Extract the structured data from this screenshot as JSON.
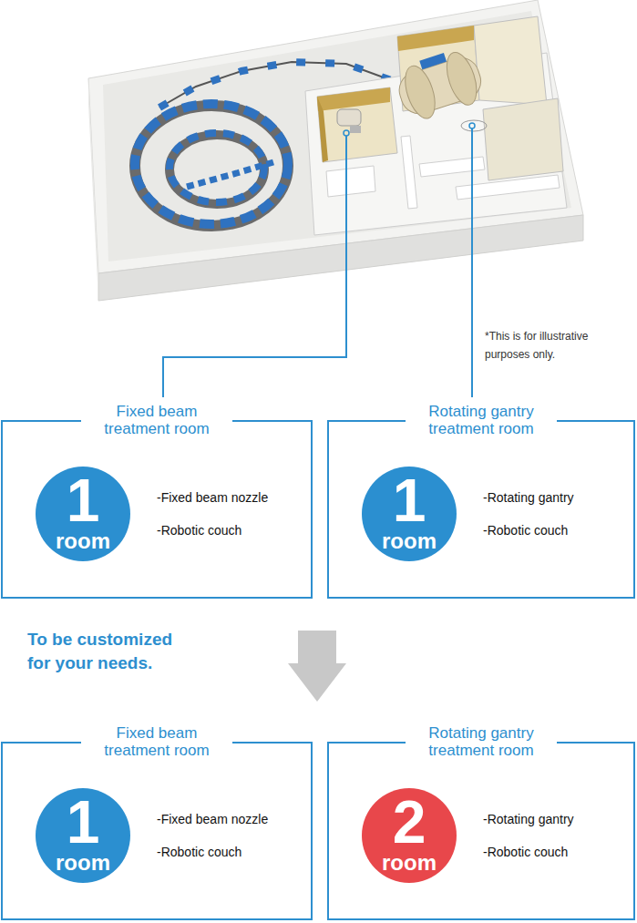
{
  "diagram": {
    "nodes": [
      {
        "text": [
          "Fixed beam treatment room",
          "-Fixed beam nozzle",
          "-Robotic couch"
        ]
      },
      {
        "text": [
          "1",
          "room"
        ],
        "in": 0
      },
      {
        "text": [
          "Rotating gantry treatment room",
          "-Rotating gantry",
          "-Robotic couch"
        ]
      },
      {
        "text": [
          "1",
          "room"
        ],
        "in": 2
      },
      {
        "text": [
          "Fixed beam treatment room",
          "-Fixed beam nozzle",
          "-Robotic couch"
        ]
      },
      {
        "text": [
          "1",
          "room"
        ],
        "in": 4
      },
      {
        "text": [
          "Rotating gantry treatment room",
          "-Rotating gantry",
          "-Robotic couch"
        ]
      },
      {
        "text": [
          "2",
          "room"
        ],
        "in": 6
      }
    ],
    "labels": [
      "*This is for illustrative purposes only.",
      "To be customized for your needs."
    ]
  }
}
